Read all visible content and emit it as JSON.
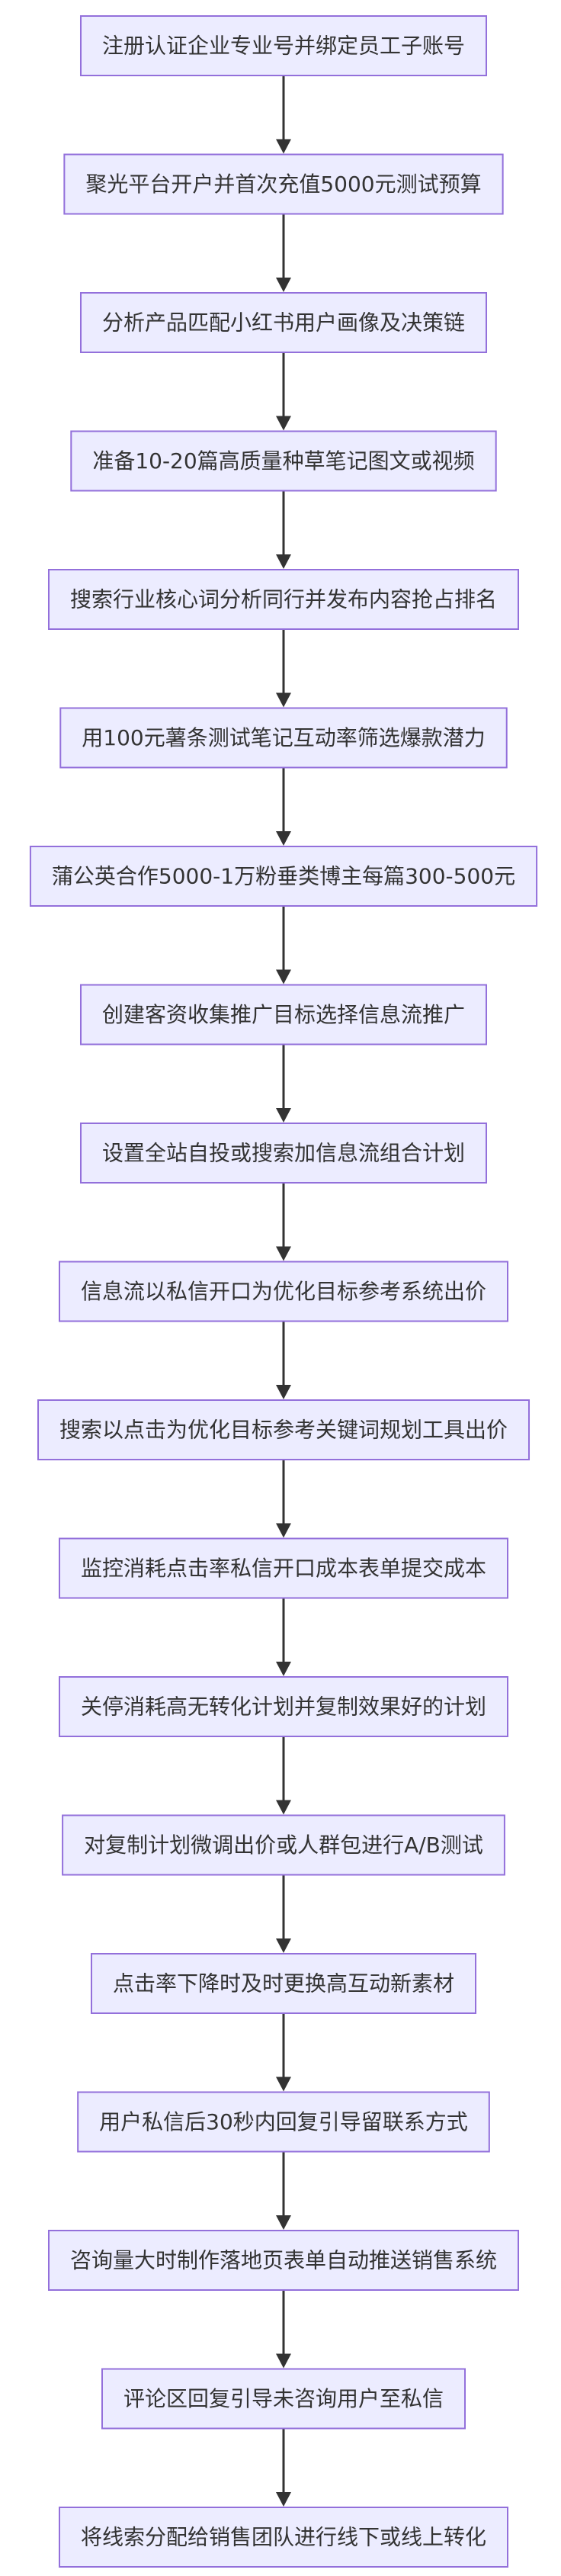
{
  "diagram": {
    "type": "flowchart",
    "direction": "top-down",
    "colors": {
      "node_fill": "#ECECFF",
      "node_border": "#9370DB",
      "text": "#333333",
      "edge": "#333333"
    },
    "nodes": [
      {
        "label": "注册认证企业专业号并绑定员工子账号"
      },
      {
        "label": "聚光平台开户并首次充值5000元测试预算"
      },
      {
        "label": "分析产品匹配小红书用户画像及决策链"
      },
      {
        "label": "准备10-20篇高质量种草笔记图文或视频"
      },
      {
        "label": "搜索行业核心词分析同行并发布内容抢占排名"
      },
      {
        "label": "用100元薯条测试笔记互动率筛选爆款潜力"
      },
      {
        "label": "蒲公英合作5000-1万粉垂类博主每篇300-500元"
      },
      {
        "label": "创建客资收集推广目标选择信息流推广"
      },
      {
        "label": "设置全站自投或搜索加信息流组合计划"
      },
      {
        "label": "信息流以私信开口为优化目标参考系统出价"
      },
      {
        "label": "搜索以点击为优化目标参考关键词规划工具出价"
      },
      {
        "label": "监控消耗点击率私信开口成本表单提交成本"
      },
      {
        "label": "关停消耗高无转化计划并复制效果好的计划"
      },
      {
        "label": "对复制计划微调出价或人群包进行A/B测试"
      },
      {
        "label": "点击率下降时及时更换高互动新素材"
      },
      {
        "label": "用户私信后30秒内回复引导留联系方式"
      },
      {
        "label": "咨询量大时制作落地页表单自动推送销售系统"
      },
      {
        "label": "评论区回复引导未咨询用户至私信"
      },
      {
        "label": "将线索分配给销售团队进行线下或线上转化"
      }
    ]
  }
}
